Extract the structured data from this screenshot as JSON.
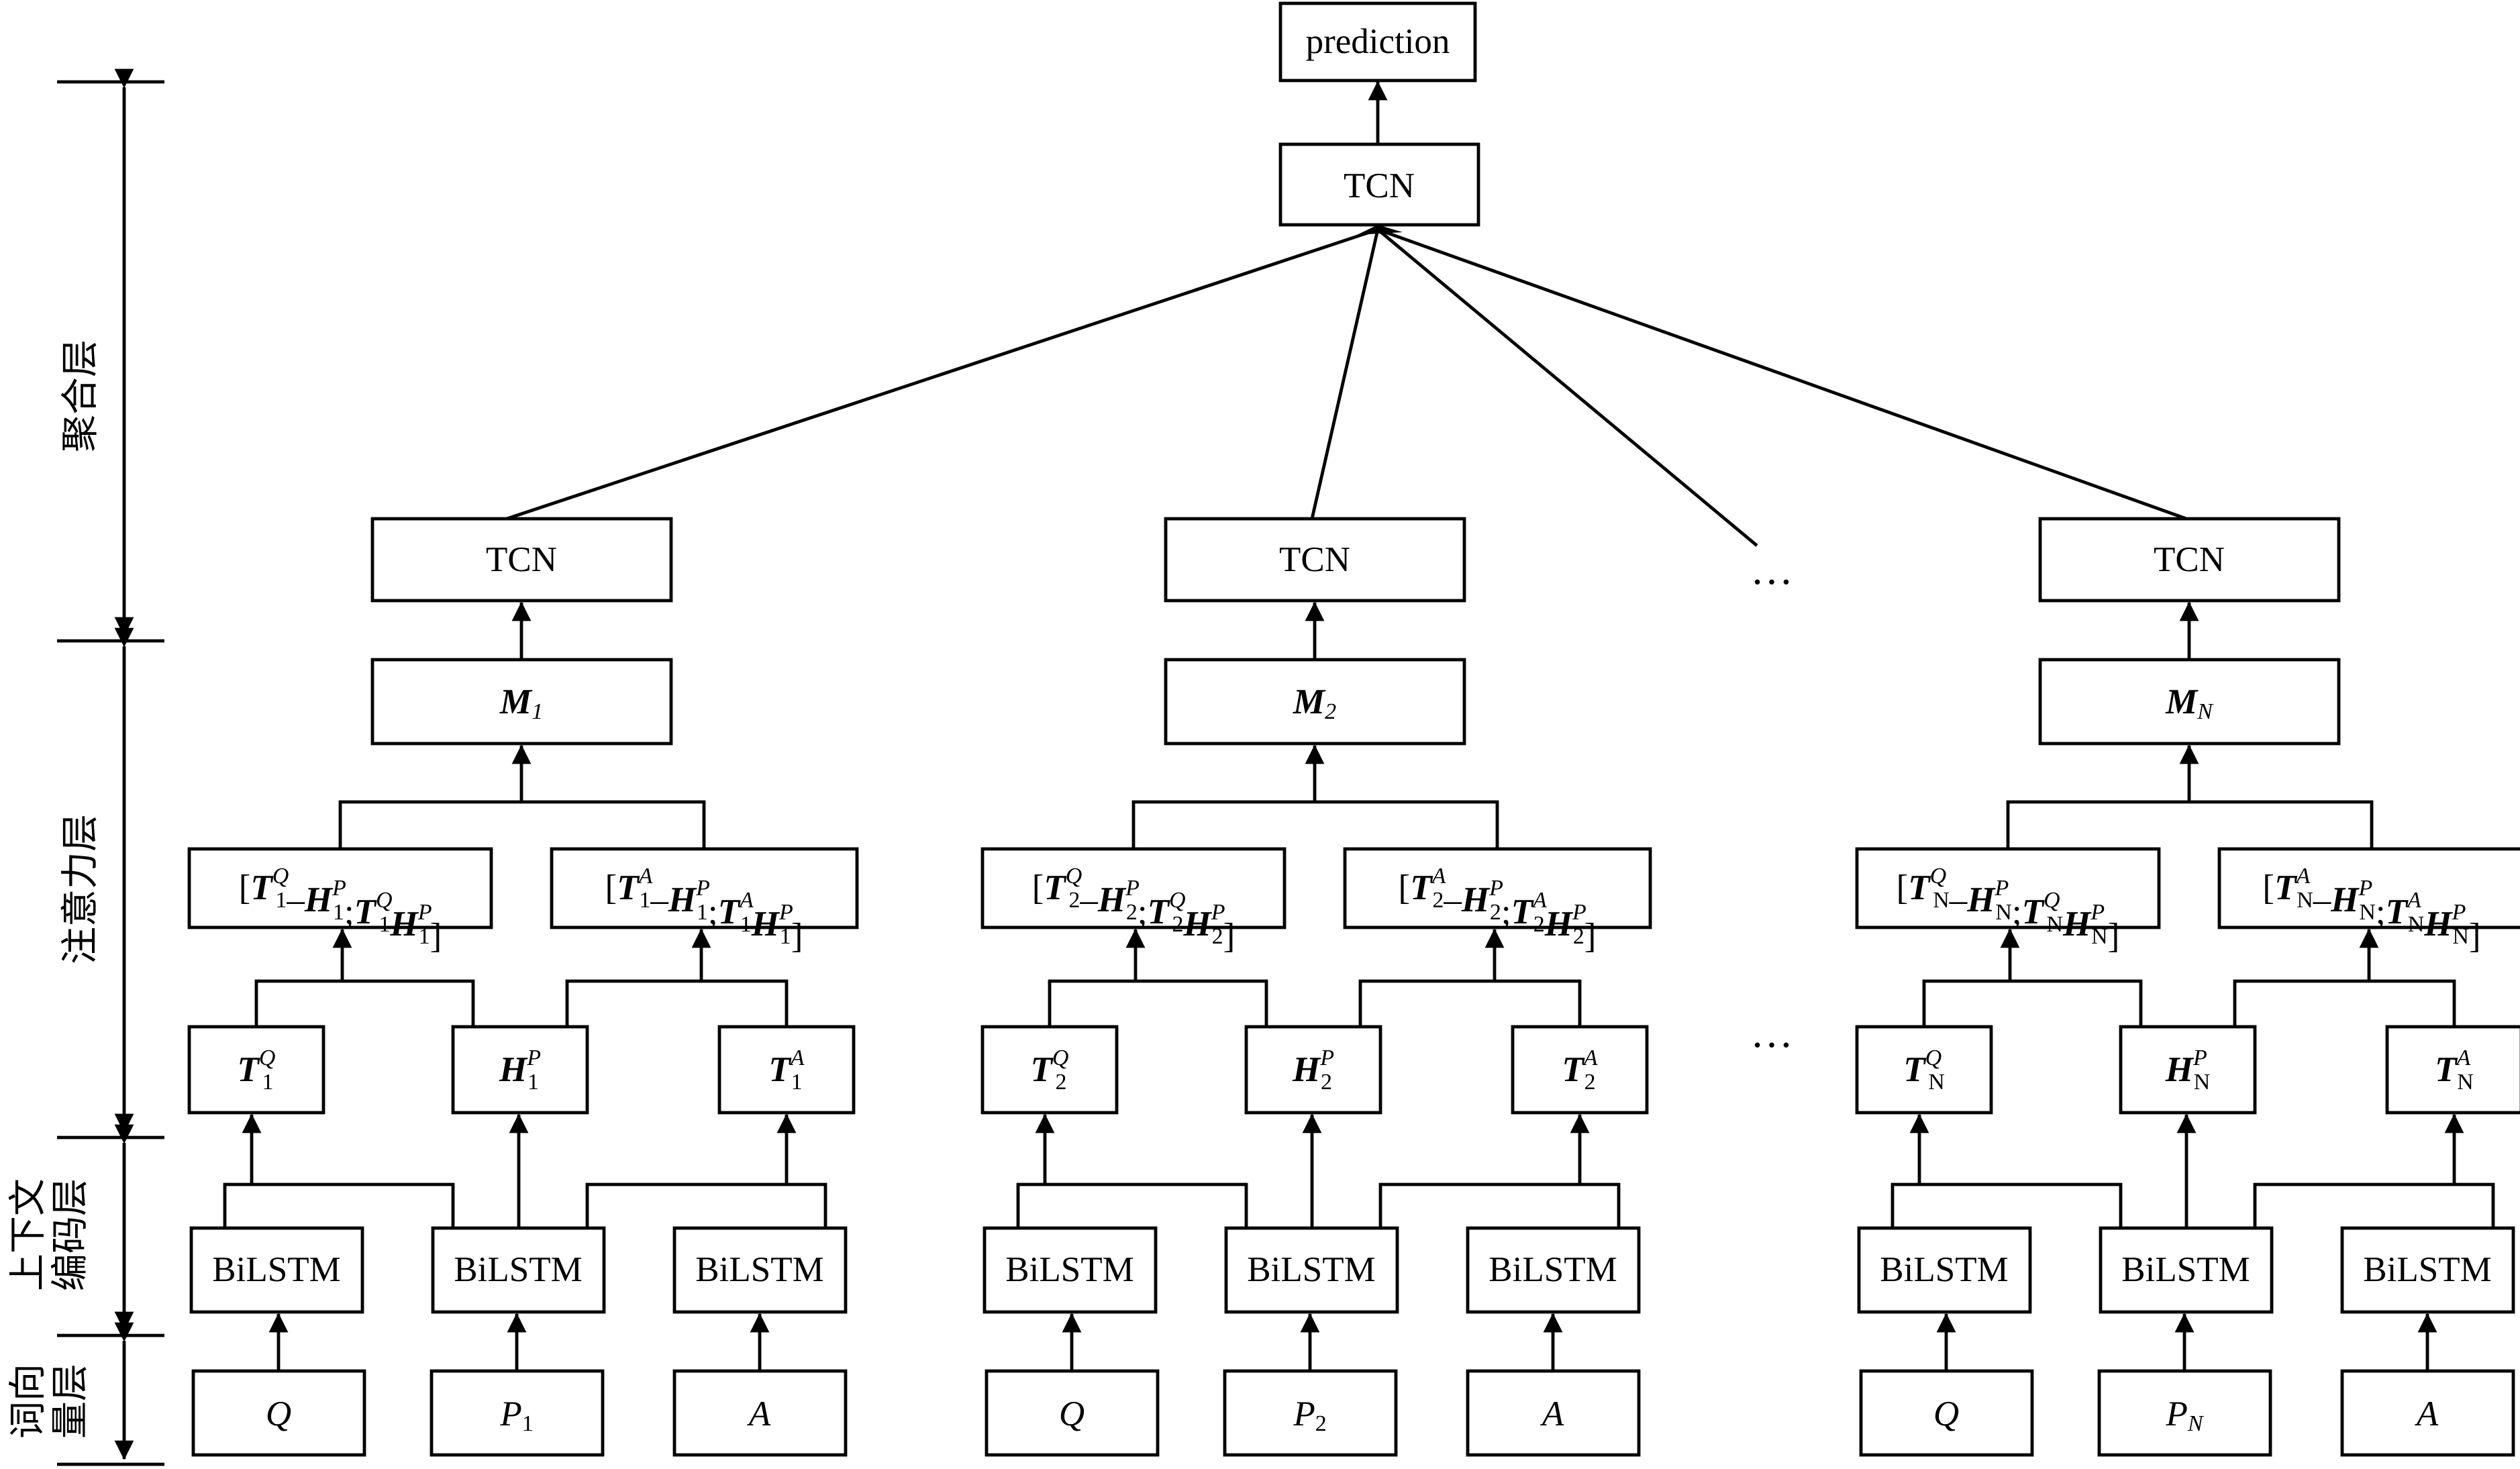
{
  "top": {
    "prediction": "prediction",
    "tcn": "TCN"
  },
  "ellipsis": "…",
  "layers": {
    "aggregation": "聚合层",
    "attention": "注意力层",
    "context_line1": "上下文",
    "context_line2": "编码层",
    "word_line1": "词向",
    "word_line2": "量层"
  },
  "columns": [
    {
      "tcn": "TCN",
      "m": {
        "base": "M",
        "sub": "1"
      },
      "concat_q": {
        "i": "1",
        "s1": "Q",
        "s2": "P",
        "s3": "Q",
        "s4": "P"
      },
      "concat_a": {
        "i": "1",
        "s1": "A",
        "s2": "P",
        "s3": "A",
        "s4": "P"
      },
      "tq": {
        "base": "T",
        "sup": "Q",
        "sub": "1"
      },
      "hp": {
        "base": "H",
        "sup": "P",
        "sub": "1"
      },
      "ta": {
        "base": "T",
        "sup": "A",
        "sub": "1"
      },
      "bilstm": [
        "BiLSTM",
        "BiLSTM",
        "BiLSTM"
      ],
      "inputs": [
        {
          "base": "Q",
          "sub": ""
        },
        {
          "base": "P",
          "sub": "1"
        },
        {
          "base": "A",
          "sub": ""
        }
      ]
    },
    {
      "tcn": "TCN",
      "m": {
        "base": "M",
        "sub": "2"
      },
      "concat_q": {
        "i": "2",
        "s1": "Q",
        "s2": "P",
        "s3": "Q",
        "s4": "P"
      },
      "concat_a": {
        "i": "2",
        "s1": "A",
        "s2": "P",
        "s3": "A",
        "s4": "P"
      },
      "tq": {
        "base": "T",
        "sup": "Q",
        "sub": "2"
      },
      "hp": {
        "base": "H",
        "sup": "P",
        "sub": "2"
      },
      "ta": {
        "base": "T",
        "sup": "A",
        "sub": "2"
      },
      "bilstm": [
        "BiLSTM",
        "BiLSTM",
        "BiLSTM"
      ],
      "inputs": [
        {
          "base": "Q",
          "sub": ""
        },
        {
          "base": "P",
          "sub": "2"
        },
        {
          "base": "A",
          "sub": ""
        }
      ]
    },
    {
      "tcn": "TCN",
      "m": {
        "base": "M",
        "sub": "N"
      },
      "concat_q": {
        "i": "N",
        "s1": "Q",
        "s2": "P",
        "s3": "Q",
        "s4": "P"
      },
      "concat_a": {
        "i": "N",
        "s1": "A",
        "s2": "P",
        "s3": "A",
        "s4": "P"
      },
      "tq": {
        "base": "T",
        "sup": "Q",
        "sub": "N"
      },
      "hp": {
        "base": "H",
        "sup": "P",
        "sub": "N"
      },
      "ta": {
        "base": "T",
        "sup": "A",
        "sub": "N"
      },
      "bilstm": [
        "BiLSTM",
        "BiLSTM",
        "BiLSTM"
      ],
      "inputs": [
        {
          "base": "Q",
          "sub": ""
        },
        {
          "base": "P",
          "sub": "N"
        },
        {
          "base": "A",
          "sub": ""
        }
      ]
    }
  ]
}
